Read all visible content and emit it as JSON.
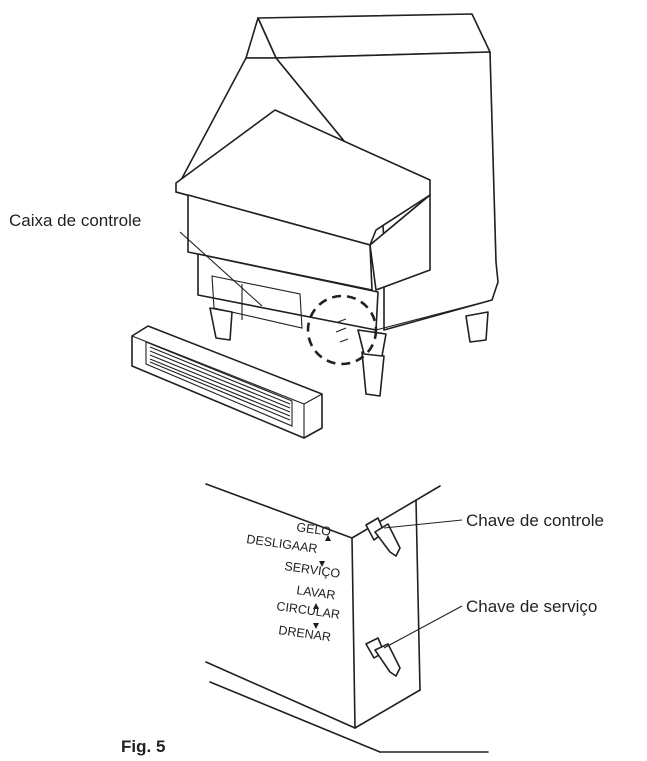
{
  "callouts": {
    "control_box": "Caixa de controle",
    "control_switch": "Chave de controle",
    "service_switch": "Chave de serviço"
  },
  "switch_positions": {
    "ice": "GELO",
    "off": "DESLIGAAR",
    "service": "SERVIÇO",
    "wash": "LAVAR",
    "circulate": "CIRCULAR",
    "drain": "DRENAR"
  },
  "figure_label": "Fig. 5"
}
